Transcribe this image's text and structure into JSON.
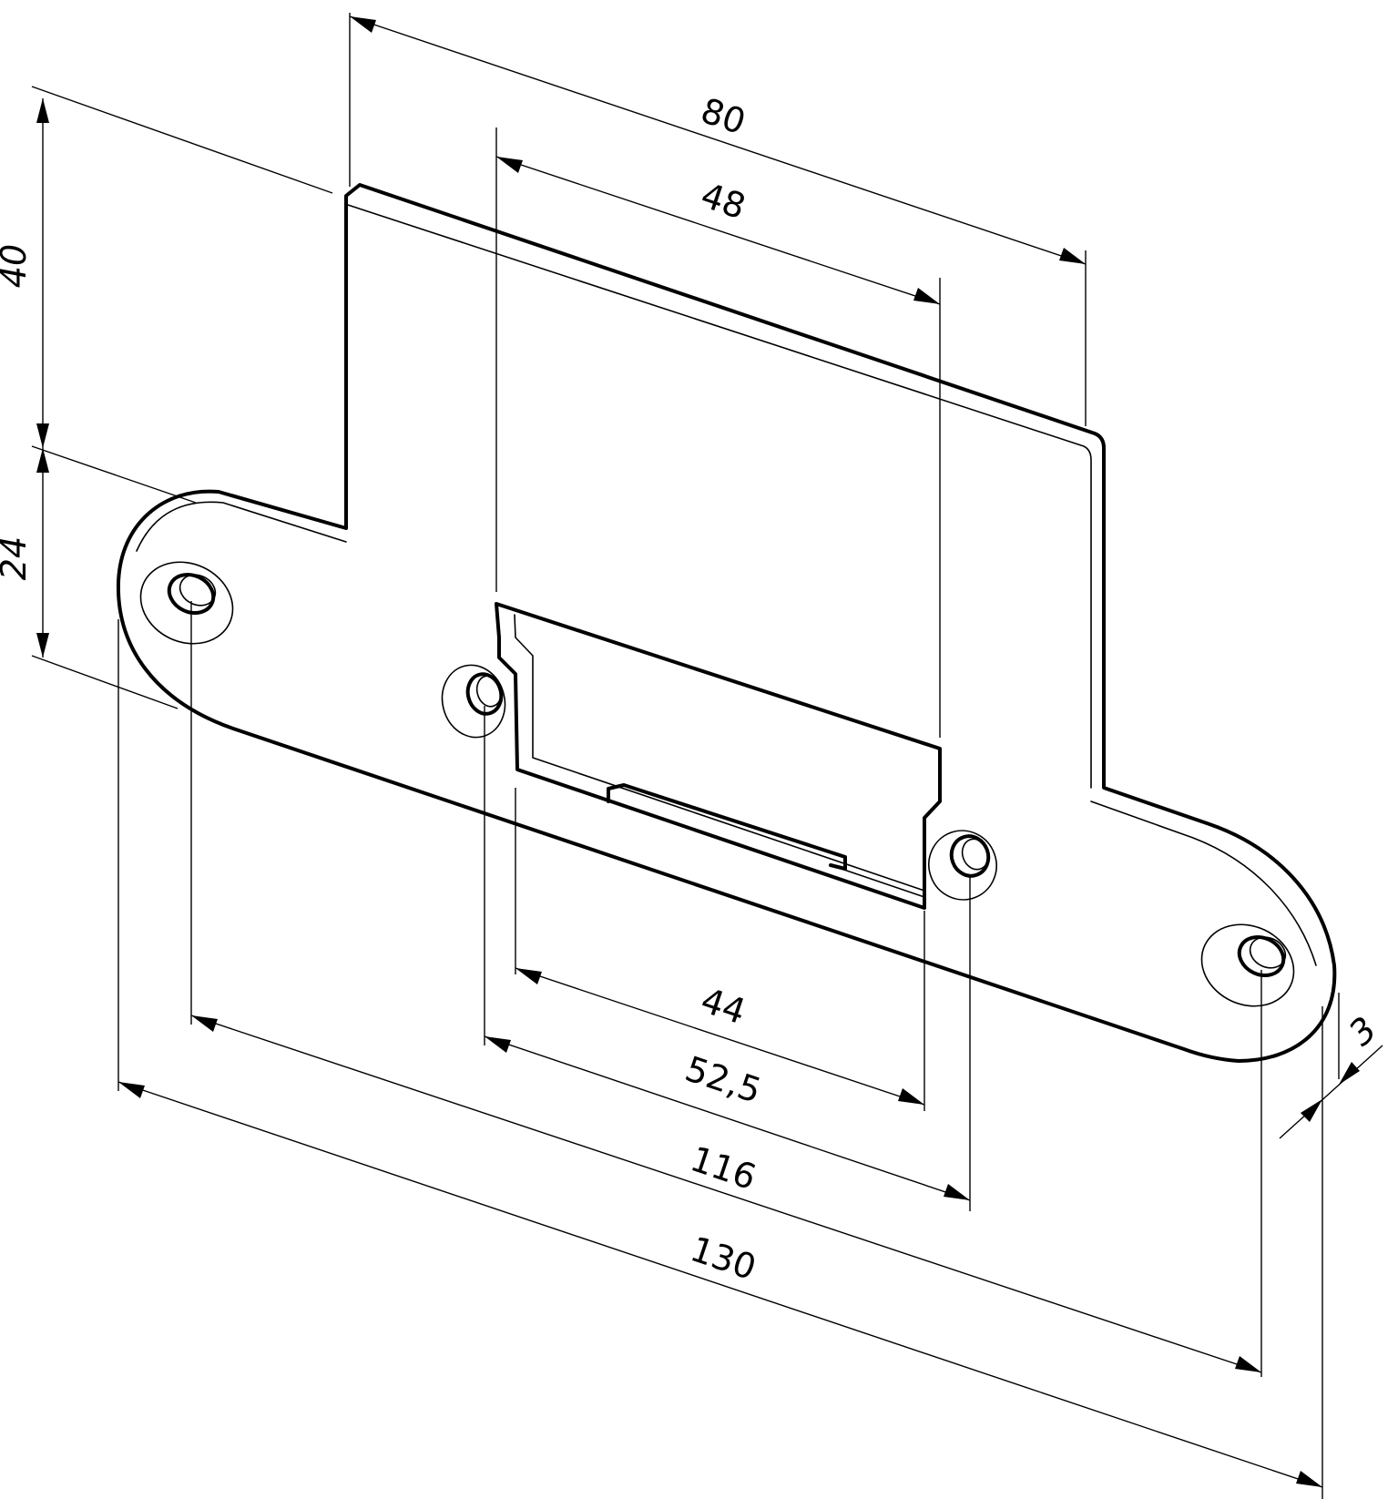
{
  "dimensions": {
    "width_80": "80",
    "width_48": "48",
    "height_40": "40",
    "height_24": "24",
    "width_44": "44",
    "width_52_5": "52,5",
    "width_116": "116",
    "width_130": "130",
    "thickness_3": "3"
  },
  "colors": {
    "line": "#000000",
    "background": "#ffffff"
  }
}
